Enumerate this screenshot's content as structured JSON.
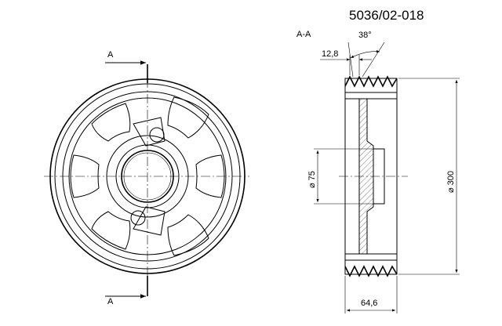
{
  "drawing": {
    "part_number": "5036/02-018",
    "section_label": "A-A",
    "section_marks": [
      "A",
      "A"
    ],
    "dimensions": {
      "groove_angle": "38°",
      "groove_pitch": "12,8",
      "hub_diameter": "⌀ 75",
      "outer_diameter": "⌀ 300",
      "width": "64,6"
    }
  }
}
